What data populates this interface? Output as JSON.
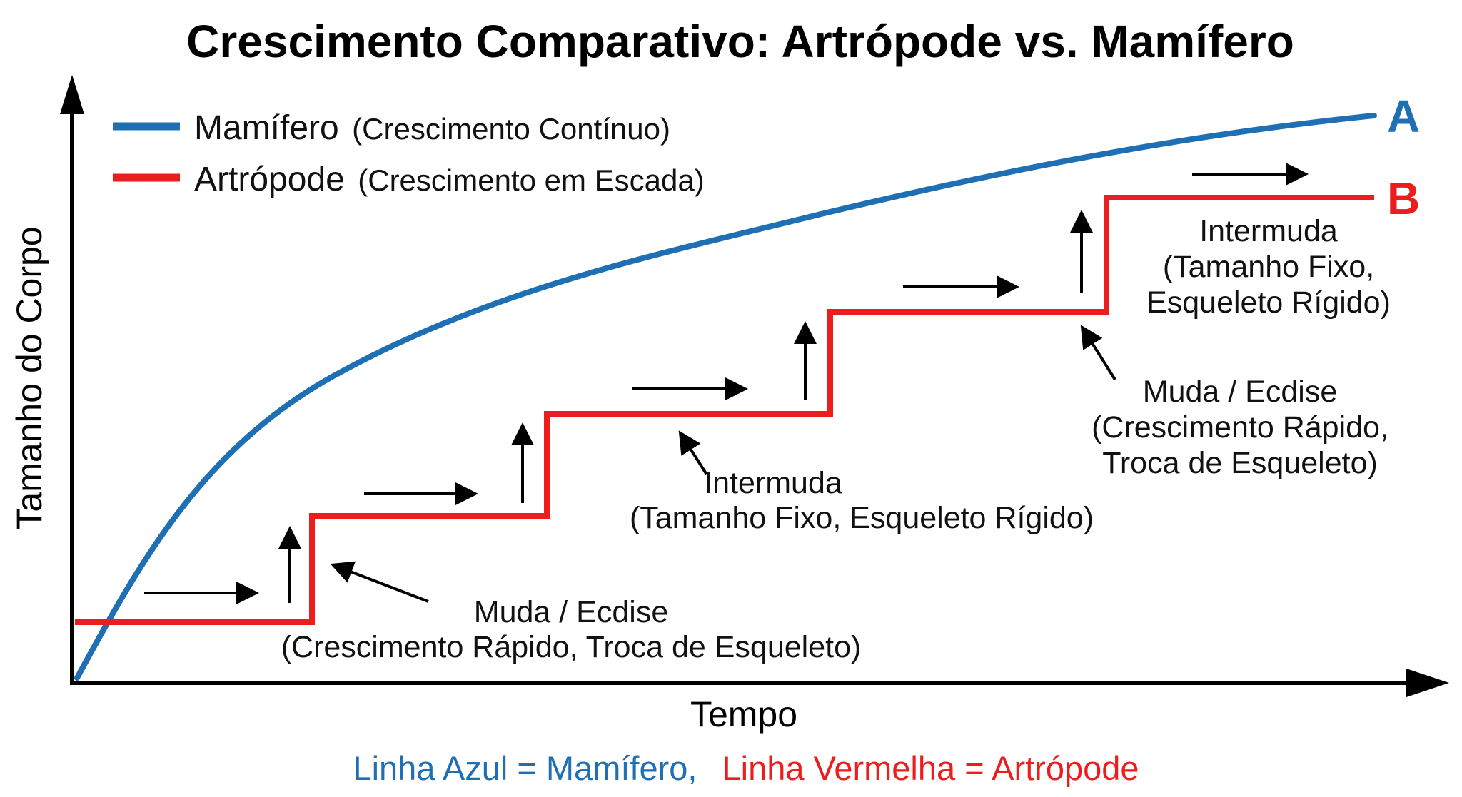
{
  "title": "Crescimento Comparativo: Artrópode vs. Mamífero",
  "legend": {
    "items": [
      {
        "name": "Mamífero",
        "note": "(Crescimento Contínuo)",
        "color": "#1f6fb5"
      },
      {
        "name": "Artrópode",
        "note": "(Crescimento em Escada)",
        "color": "#ee1d1d"
      }
    ]
  },
  "axes": {
    "ylabel": "Tamanho do Corpo",
    "xlabel": "Tempo"
  },
  "end_labels": {
    "mammal": "A",
    "arthropod": "B"
  },
  "annotations": {
    "molt_1": {
      "line1": "Muda / Ecdise",
      "line2": "(Crescimento Rápido, Troca de Esqueleto)"
    },
    "intermolt_1": {
      "line1": "Intermuda",
      "line2": "(Tamanho Fixo, Esqueleto Rígido)"
    },
    "intermolt_2": {
      "line1": "Intermuda",
      "line2": "(Tamanho Fixo,",
      "line3": "Esqueleto Rígido)"
    },
    "molt_2": {
      "line1": "Muda / Ecdise",
      "line2": "(Crescimento Rápido,",
      "line3": "Troca de Esqueleto)"
    }
  },
  "footer": {
    "blue_text": "Linha Azul = Mamífero,",
    "red_text": "Linha Vermelha = Artrópode"
  },
  "colors": {
    "mammal": "#1f6fb5",
    "arthropod": "#ee1d1d",
    "axis": "#000000"
  }
}
